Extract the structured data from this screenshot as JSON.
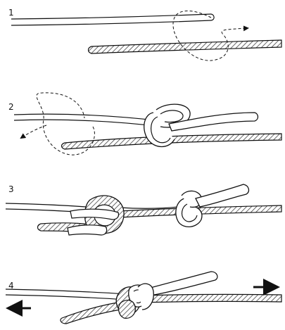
{
  "steps": [
    {
      "number": "1"
    },
    {
      "number": "2"
    },
    {
      "number": "3"
    },
    {
      "number": "4"
    }
  ],
  "colors": {
    "ink": "#111111",
    "rope_fill": "#ffffff",
    "hatch": "#444444",
    "background": "#ffffff"
  }
}
